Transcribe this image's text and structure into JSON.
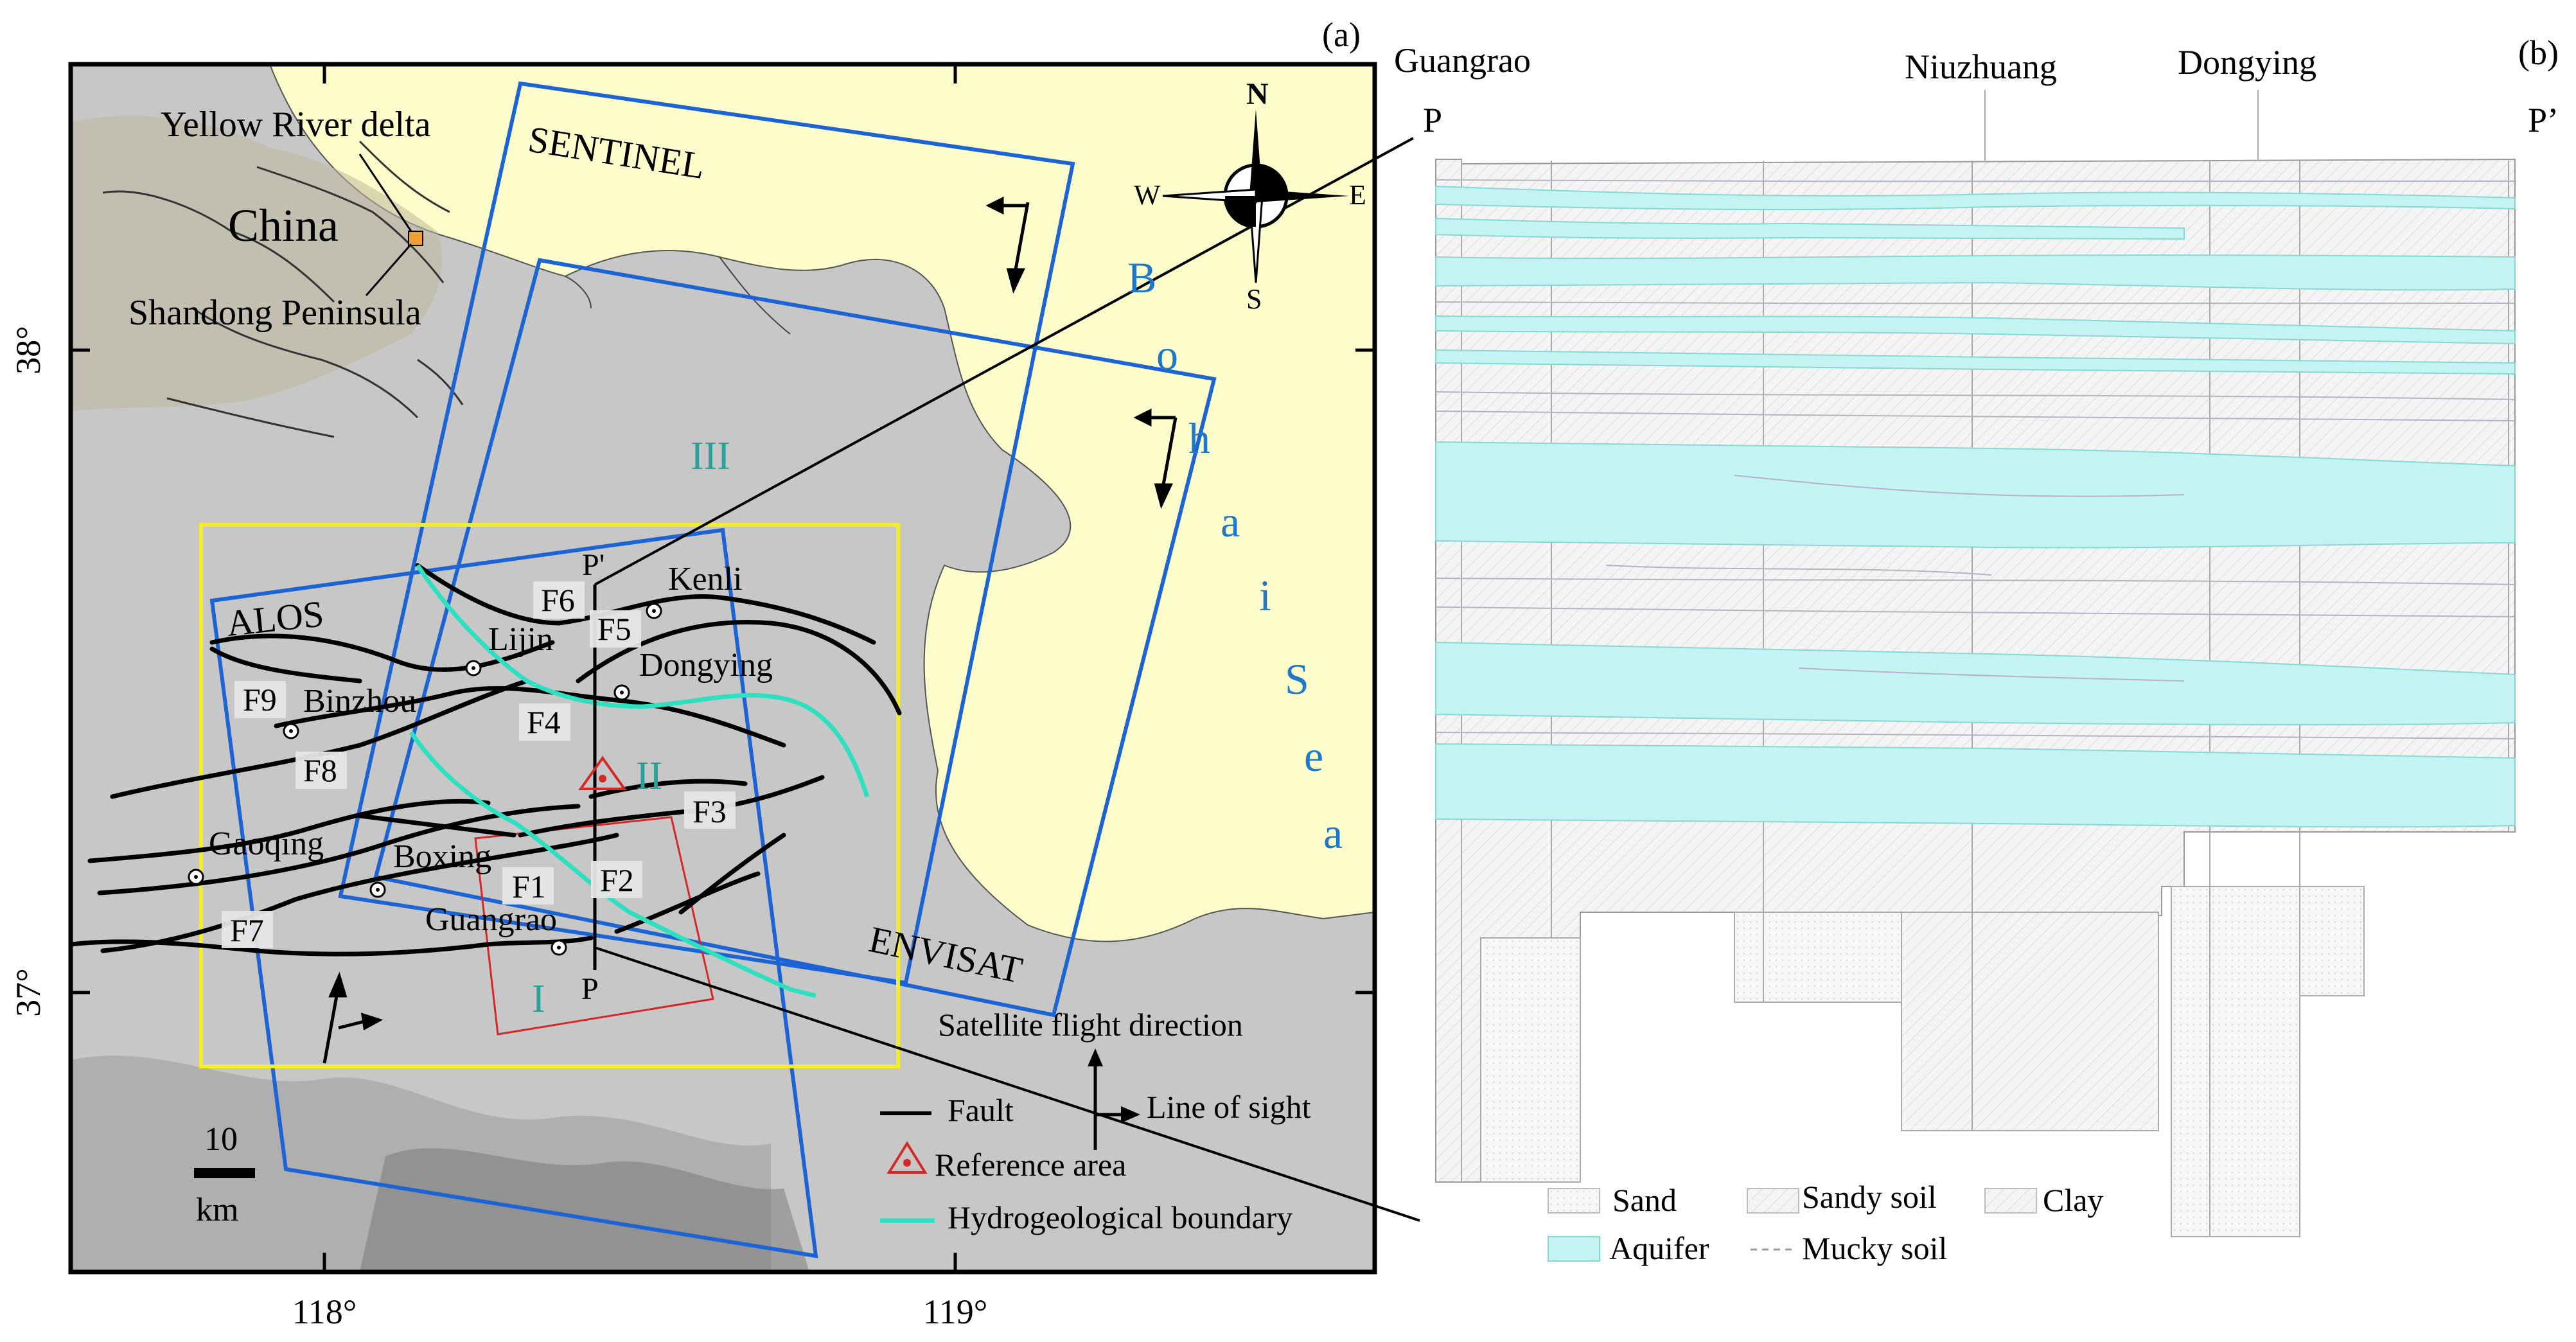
{
  "panel_a": {
    "label": "(a)",
    "inset": {
      "region": "Yellow River delta",
      "country": "China",
      "peninsula": "Shandong Peninsula"
    },
    "frames": [
      "SENTINEL",
      "ALOS",
      "ENVISAT"
    ],
    "sea": [
      "B",
      "o",
      "h",
      "a",
      "i",
      "S",
      "e",
      "a"
    ],
    "areas": [
      "I",
      "II",
      "III"
    ],
    "cities": [
      "Kenli",
      "Lijin",
      "Dongying",
      "Binzhou",
      "Gaoqing",
      "Boxing",
      "Guangrao"
    ],
    "faults": [
      "F1",
      "F2",
      "F3",
      "F4",
      "F5",
      "F6",
      "F7",
      "F8",
      "F9"
    ],
    "profile_ends": {
      "start": "P",
      "end": "P'"
    },
    "compass": {
      "n": "N",
      "s": "S",
      "e": "E",
      "w": "W"
    },
    "latitudes": [
      "38°",
      "37°"
    ],
    "longitudes": [
      "118°",
      "119°"
    ],
    "scale": {
      "value": "10",
      "unit": "km"
    },
    "legend": {
      "flight": "Satellite flight direction",
      "fault": "Fault",
      "los": "Line of sight",
      "reference": "Reference area",
      "boundary": "Hydrogeological boundary"
    },
    "colors": {
      "land": "#c7c7c7",
      "sea": "#fdfccb",
      "frame": "#1c63d4",
      "study": "#f2ee2e",
      "boundary": "#2fe0c0",
      "area_label": "#2aa198",
      "reference": "#d62728"
    }
  },
  "panel_b": {
    "label": "(b)",
    "stations": [
      "Guangrao",
      "Niuzhuang",
      "Dongying"
    ],
    "ends": {
      "start": "P",
      "end": "P’"
    },
    "legend": {
      "sand": "Sand",
      "sandy_soil": "Sandy soil",
      "clay": "Clay",
      "aquifer": "Aquifer",
      "mucky_soil": "Mucky soil"
    },
    "colors": {
      "aquifer": "#c4f4f2",
      "aquifer_line": "#86d8d4",
      "soil": "#f4f4f4",
      "line": "#888888"
    }
  }
}
